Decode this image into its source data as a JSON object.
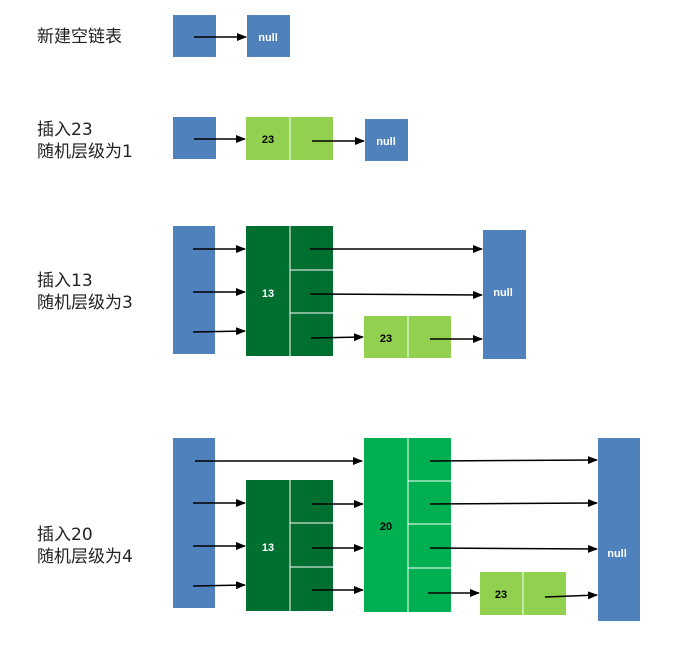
{
  "colors": {
    "head": "#4f81bd",
    "level_dark": "#006f2f",
    "level_mid": "#00b050",
    "level_light": "#92d050",
    "arrow": "#000000",
    "text_on_blue": "#ffffff",
    "text_on_green": "#000000"
  },
  "steps": [
    {
      "label_lines": [
        "新建空链表"
      ],
      "null_label": "null",
      "nodes": []
    },
    {
      "label_lines": [
        "插入23",
        "随机层级为1"
      ],
      "null_label": "null",
      "nodes": [
        {
          "value": "23",
          "levels": 1
        }
      ]
    },
    {
      "label_lines": [
        "插入13",
        "随机层级为3"
      ],
      "null_label": "null",
      "nodes": [
        {
          "value": "13",
          "levels": 3
        },
        {
          "value": "23",
          "levels": 1
        }
      ]
    },
    {
      "label_lines": [
        "插入20",
        "随机层级为4"
      ],
      "null_label": "null",
      "nodes": [
        {
          "value": "13",
          "levels": 3
        },
        {
          "value": "20",
          "levels": 4
        },
        {
          "value": "23",
          "levels": 1
        }
      ]
    }
  ]
}
